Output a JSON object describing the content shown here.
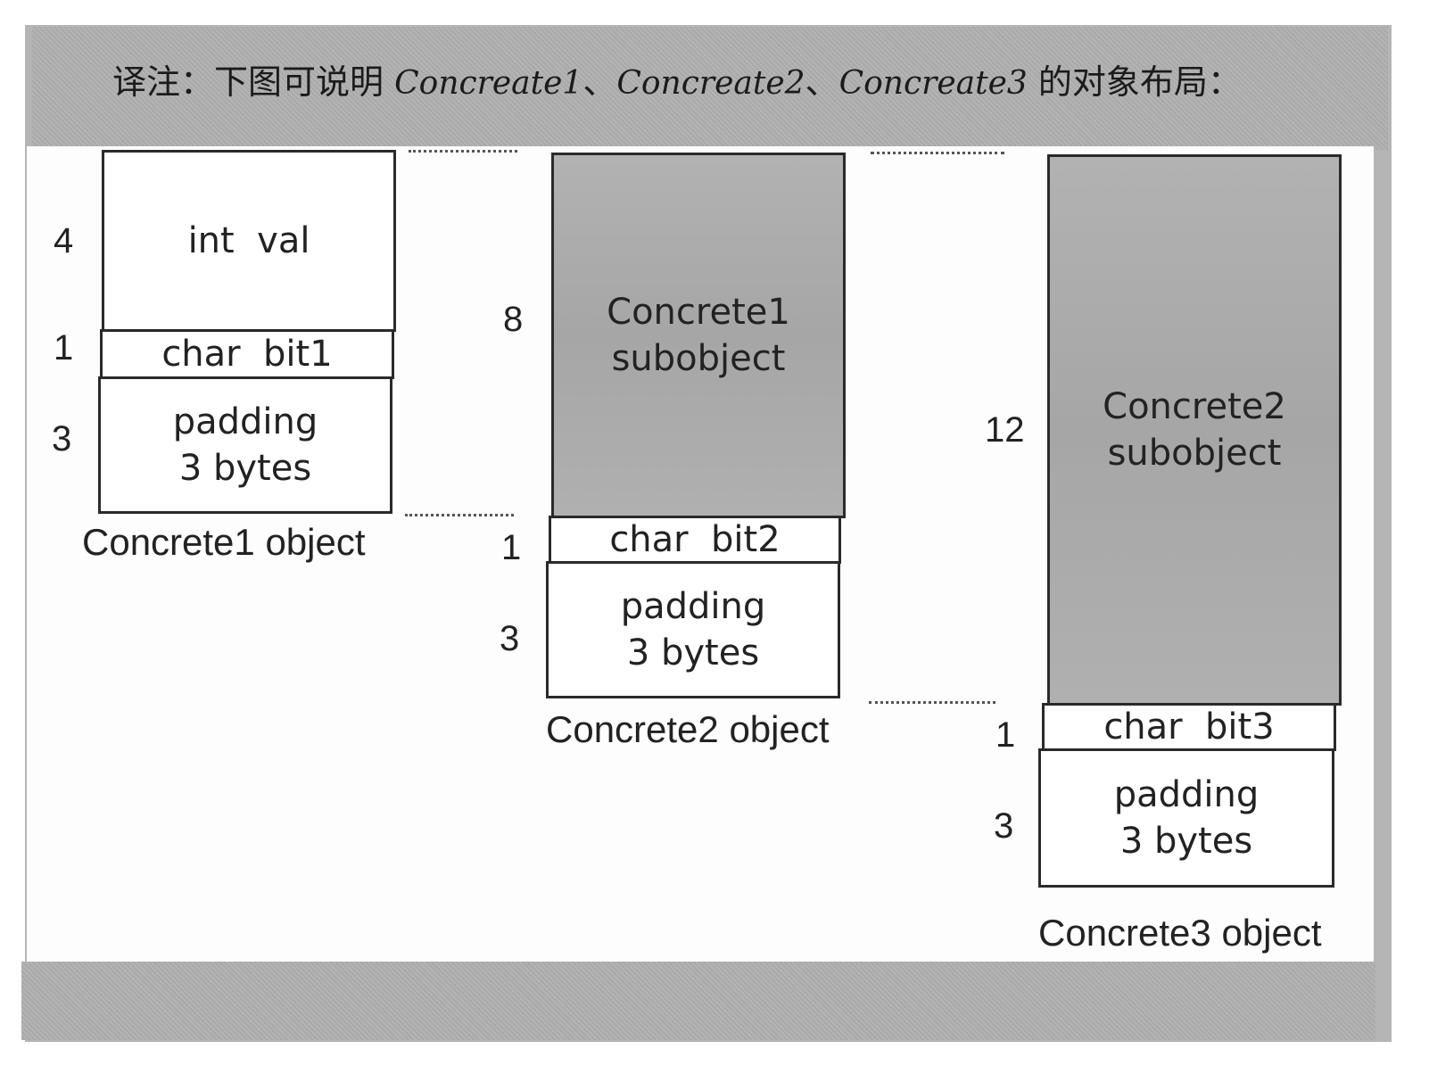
{
  "caption": {
    "prefix": "译注：下图可说明 ",
    "class1": "Concreate1",
    "sep1": "、",
    "class2": "Concreate2",
    "sep2": "、",
    "class3": "Concreate3",
    "suffix": " 的对象布局："
  },
  "objects": [
    {
      "label": "Concrete1 object",
      "fields": [
        {
          "size": "4",
          "line1": "int  val",
          "line2": ""
        },
        {
          "size": "1",
          "line1": "char  bit1",
          "line2": ""
        },
        {
          "size": "3",
          "line1": "padding",
          "line2": "3 bytes"
        }
      ]
    },
    {
      "label": "Concrete2 object",
      "fields": [
        {
          "size": "8",
          "line1": "Concrete1",
          "line2": "subobject"
        },
        {
          "size": "1",
          "line1": "char  bit2",
          "line2": ""
        },
        {
          "size": "3",
          "line1": "padding",
          "line2": "3 bytes"
        }
      ]
    },
    {
      "label": "Concrete3 object",
      "fields": [
        {
          "size": "12",
          "line1": "Concrete2",
          "line2": "subobject"
        },
        {
          "size": "1",
          "line1": "char  bit3",
          "line2": ""
        },
        {
          "size": "3",
          "line1": "padding",
          "line2": "3 bytes"
        }
      ]
    }
  ]
}
